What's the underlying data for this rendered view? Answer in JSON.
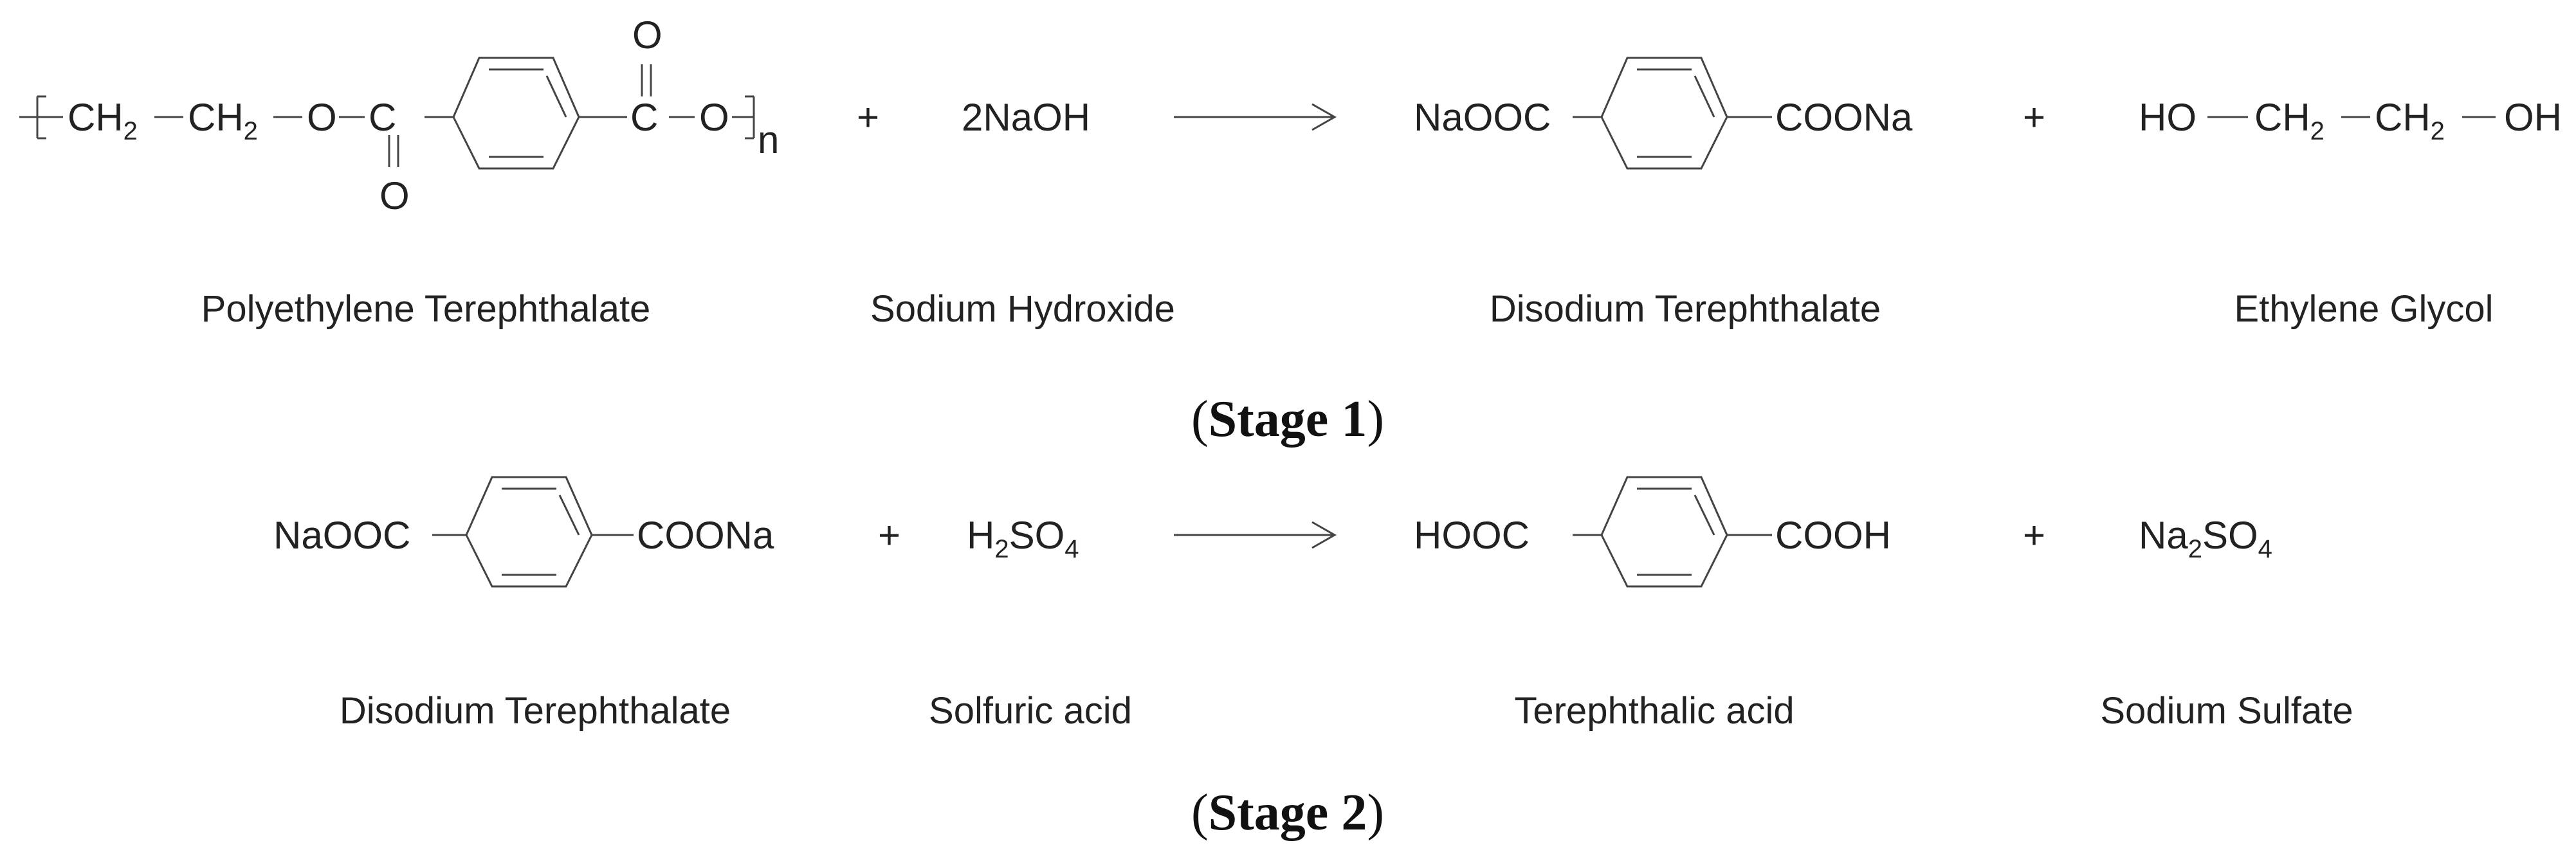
{
  "stage1": {
    "title": "Stage 1",
    "labels": [
      "Polyethylene Terephthalate",
      "Sodium Hydroxide",
      "Disodium Terephthalate",
      "Ethylene Glycol"
    ],
    "pet": {
      "ch2": "CH",
      "sub2": "2",
      "o": "O",
      "c": "C",
      "n": "n"
    },
    "naoh": "2NaOH",
    "disodium": {
      "left": "NaOOC",
      "right": "COONa"
    },
    "glycol": {
      "ho": "HO",
      "ch2": "CH",
      "sub2": "2",
      "oh": "OH"
    },
    "plus": "+"
  },
  "stage2": {
    "title": "Stage 2",
    "labels": [
      "Disodium Terephthalate",
      "Solfuric acid",
      "Terephthalic acid",
      "Sodium Sulfate"
    ],
    "disodium": {
      "left": "NaOOC",
      "right": "COONa"
    },
    "h2so4": {
      "h": "H",
      "sub2": "2",
      "so": "SO",
      "sub4": "4"
    },
    "tpa": {
      "left": "HOOC",
      "right": "COOH"
    },
    "na2so4": {
      "na": "Na",
      "sub2": "2",
      "so": "SO",
      "sub4": "4"
    },
    "plus": "+"
  },
  "colors": {
    "text": "#222222",
    "bond": "#444444",
    "background": "#ffffff"
  }
}
